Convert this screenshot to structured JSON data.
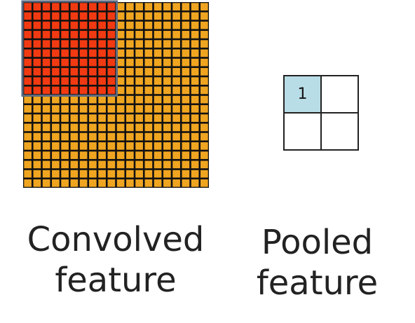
{
  "convolved_feature": {
    "label_line1": "Convolved",
    "label_line2": "feature",
    "grid_cells_per_side": 20,
    "highlight_cells_per_side": 10,
    "cell_color": "#f0a521",
    "highlight_color": "#f23a12",
    "grid_line_color": "#111111",
    "window_border_color": "#5a6a80"
  },
  "pooled_feature": {
    "label_line1": "Pooled",
    "label_line2": "feature",
    "cells": [
      "1",
      "",
      "",
      ""
    ],
    "filled_color": "#b9dde6",
    "empty_color": "#ffffff"
  }
}
